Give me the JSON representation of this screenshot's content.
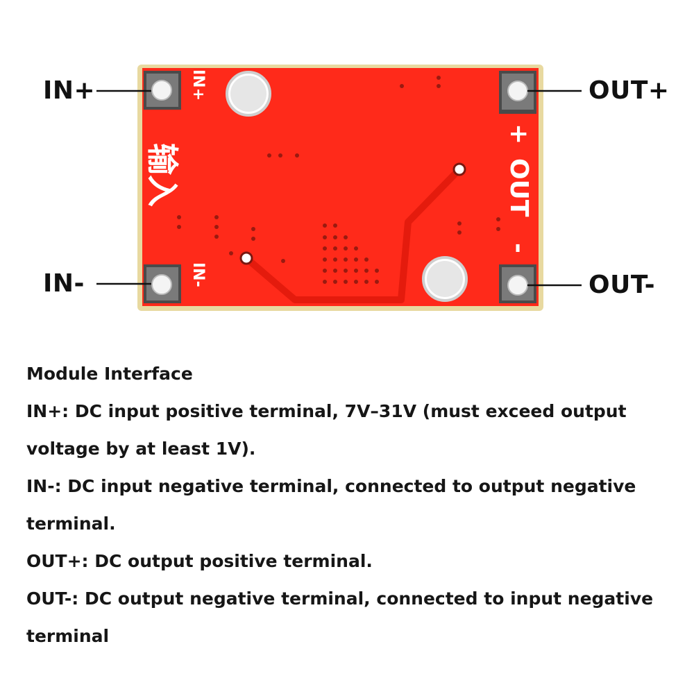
{
  "callouts": {
    "in_plus": "IN+",
    "in_minus": "IN-",
    "out_plus": "OUT+",
    "out_minus": "OUT-"
  },
  "board": {
    "silk_in_plus": "IN+",
    "silk_in_minus": "IN-",
    "silk_input_cn": "输入",
    "silk_plus": "+",
    "silk_out": "OUT",
    "silk_out_minus": "-",
    "color": "#ff2a1a"
  },
  "description": {
    "title": "Module Interface",
    "lines": [
      "IN+: DC input positive terminal, 7V–31V (must exceed output voltage by at least 1V).",
      "IN-: DC input negative terminal, connected to output negative terminal.",
      "OUT+: DC output positive terminal.",
      "OUT-: DC output negative terminal, connected to input negative terminal"
    ]
  }
}
